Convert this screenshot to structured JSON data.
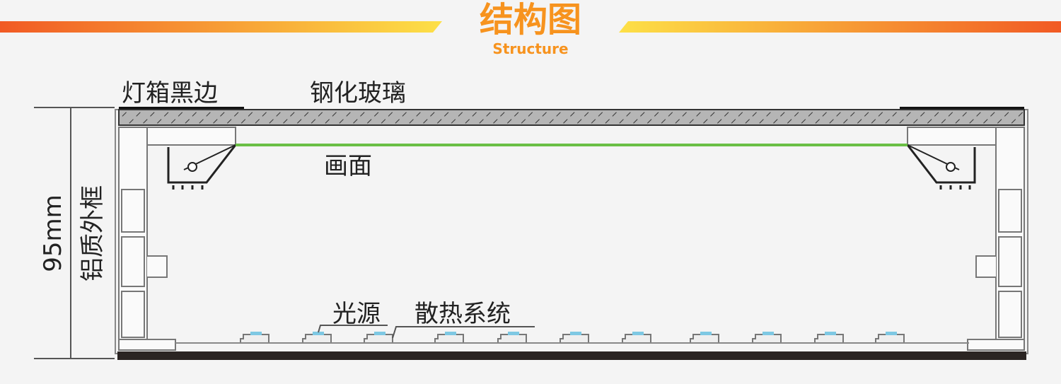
{
  "header": {
    "title": "结构图",
    "subtitle": "Structure",
    "accent_color": "#f7931e",
    "bar_gradient": [
      "#f15a24",
      "#fbb03b",
      "#fde047"
    ]
  },
  "labels": {
    "black_edge": "灯箱黑边",
    "tempered_glass": "钢化玻璃",
    "picture": "画面",
    "frame": "铝质外框",
    "depth": "95mm",
    "light_source": "光源",
    "heat_dissipation": "散热系统"
  },
  "colors": {
    "picture_line": "#6abf45",
    "led_chip": "#7ec8e3",
    "base_plate": "#2b2523",
    "glass": "#aaaaaa"
  },
  "led_count": 11
}
